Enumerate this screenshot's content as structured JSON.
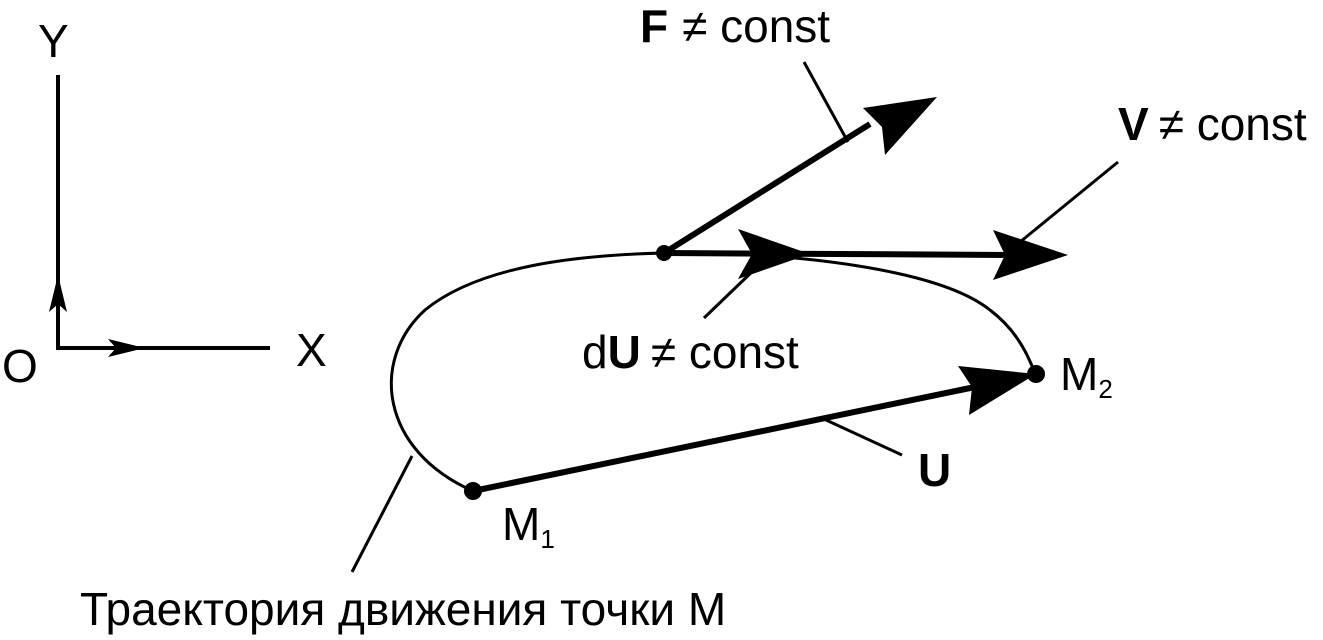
{
  "axes": {
    "y_label": "Y",
    "x_label": "X",
    "origin_label": "O"
  },
  "vectors": {
    "force": {
      "symbol": "F",
      "relation": "≠ const"
    },
    "velocity": {
      "symbol": "V",
      "relation": "≠ const"
    },
    "displacement_differential": {
      "prefix": "d",
      "symbol": "U",
      "relation": "≠ const"
    },
    "displacement": {
      "symbol": "U"
    }
  },
  "points": {
    "m1": {
      "letter": "M",
      "index": "1"
    },
    "m2": {
      "letter": "M",
      "index": "2"
    }
  },
  "trajectory_label": "Траектория движения точки М",
  "colors": {
    "ink": "#000000",
    "background": "#ffffff"
  }
}
